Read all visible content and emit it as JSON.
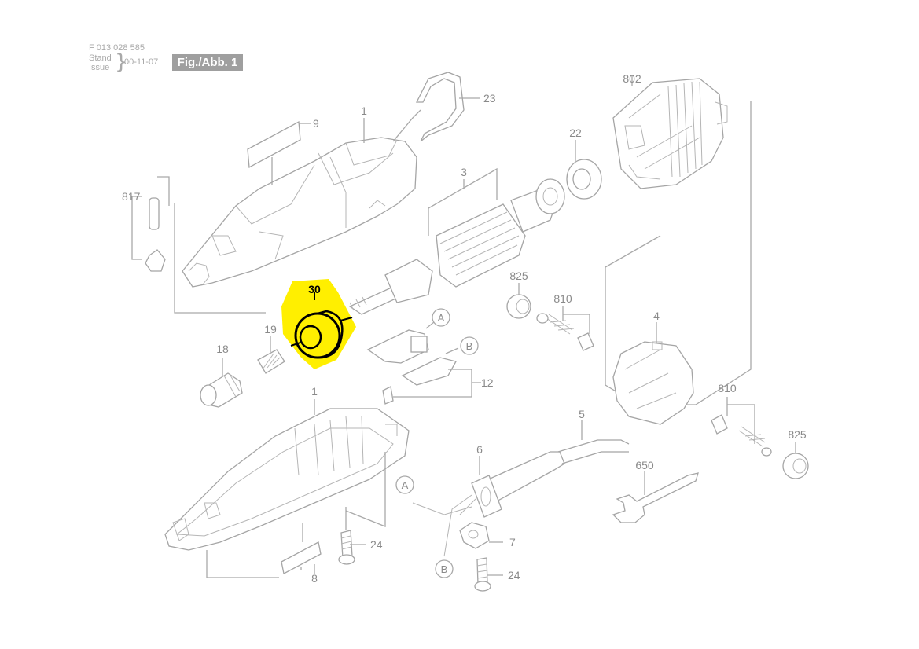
{
  "header": {
    "doc_number": "F 013 028 585",
    "stand_label": "Stand",
    "issue_label": "Issue",
    "date": "00-11-07",
    "figure_label": "Fig./Abb. 1"
  },
  "highlight": {
    "part_number": "30",
    "color": "#ffef00"
  },
  "part_labels": {
    "p1_top": "1",
    "p1_bottom": "1",
    "p3": "3",
    "p4": "4",
    "p5": "5",
    "p6": "6",
    "p7": "7",
    "p8": "8",
    "p9": "9",
    "p12": "12",
    "p18": "18",
    "p19": "19",
    "p22": "22",
    "p23": "23",
    "p24_a": "24",
    "p24_b": "24",
    "p650": "650",
    "p802": "802",
    "p810_a": "810",
    "p810_b": "810",
    "p817": "817",
    "p825_a": "825",
    "p825_b": "825"
  },
  "connectors": {
    "a1": "A",
    "a2": "A",
    "b1": "B",
    "b2": "B"
  },
  "colors": {
    "line": "#a9a9a9",
    "label": "#8a8a8a",
    "highlight_outline": "#000000"
  }
}
